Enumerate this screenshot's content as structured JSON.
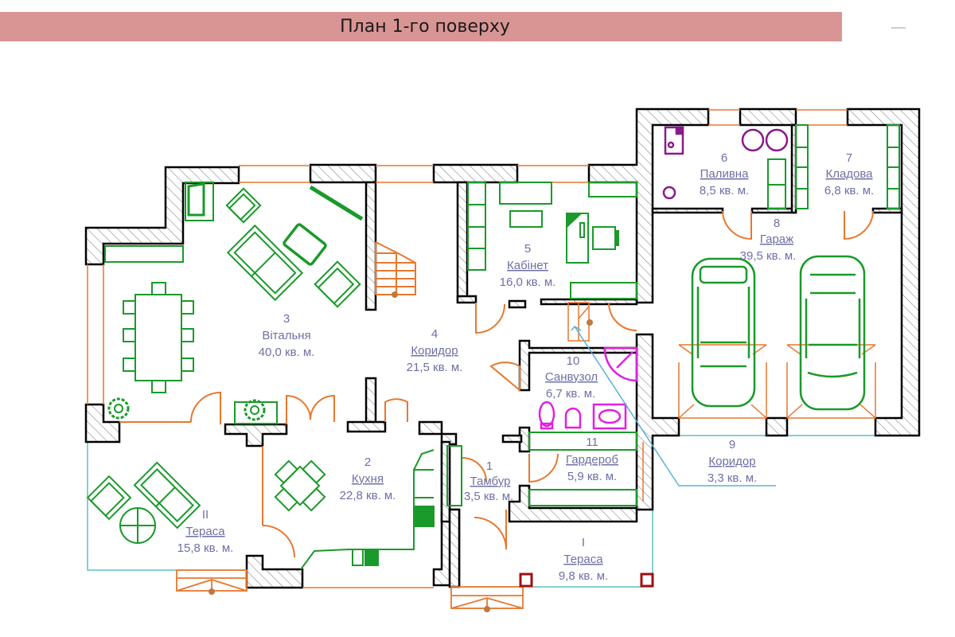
{
  "title": "План 1-го поверху",
  "colors": {
    "title_bg": "#d99594",
    "wall": "#000000",
    "wall_hatch": "#888888",
    "furniture": "#1a9a2a",
    "openings": "#e8772e",
    "sanitary": "#e020e0",
    "boiler": "#8a1a8a",
    "terrace_outline": "#5cc0c0",
    "leader_line": "#5ab0d8",
    "column": "#a01010",
    "label": "#6f6fa8"
  },
  "rooms": [
    {
      "num": "1",
      "name": "Тамбур",
      "area": "3,5 кв. м."
    },
    {
      "num": "2",
      "name": "Кухня",
      "area": "22,8 кв. м."
    },
    {
      "num": "3",
      "name": "Вітальня",
      "area": "40,0 кв. м."
    },
    {
      "num": "4",
      "name": "Коридор",
      "area": "21,5 кв. м."
    },
    {
      "num": "5",
      "name": "Кабінет",
      "area": "16,0 кв. м."
    },
    {
      "num": "6",
      "name": "Паливна",
      "area": "8,5 кв. м."
    },
    {
      "num": "7",
      "name": "Кладова",
      "area": "6,8 кв. м."
    },
    {
      "num": "8",
      "name": "Гараж",
      "area": "39,5 кв. м."
    },
    {
      "num": "9",
      "name": "Коридор",
      "area": "3,3 кв. м."
    },
    {
      "num": "10",
      "name": "Санвузол",
      "area": "6,7 кв. м."
    },
    {
      "num": "11",
      "name": "Гардероб",
      "area": "5,9 кв. м."
    },
    {
      "num": "I",
      "name": "Тераса",
      "area": "9,8 кв. м."
    },
    {
      "num": "II",
      "name": "Тераса",
      "area": "15,8 кв. м."
    }
  ]
}
